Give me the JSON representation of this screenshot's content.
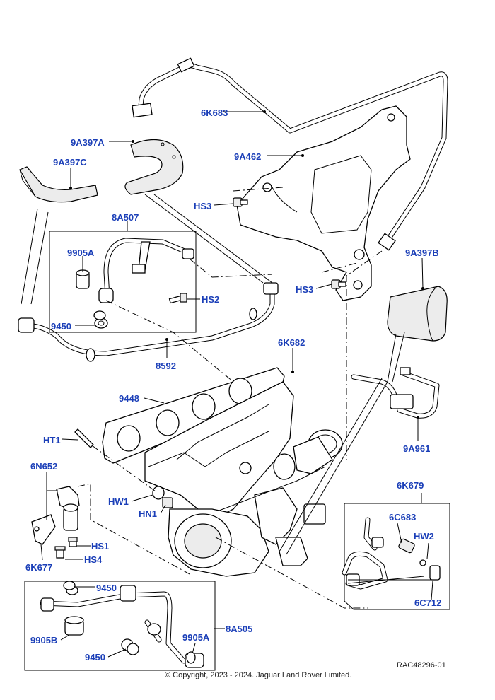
{
  "labels": {
    "6K683": "6K683",
    "9A397A": "9A397A",
    "9A462": "9A462",
    "9A397C": "9A397C",
    "HS3_top": "HS3",
    "8A507": "8A507",
    "9905A_top": "9905A",
    "HS2": "HS2",
    "HS3_mid": "HS3",
    "9A397B": "9A397B",
    "9450_top": "9450",
    "8592": "8592",
    "6K682": "6K682",
    "9448": "9448",
    "HT1": "HT1",
    "9A961": "9A961",
    "6N652": "6N652",
    "6K679": "6K679",
    "HW1": "HW1",
    "HN1": "HN1",
    "6C683": "6C683",
    "HW2": "HW2",
    "HS1": "HS1",
    "HS4": "HS4",
    "6K677": "6K677",
    "6C712": "6C712",
    "9450_bot1": "9450",
    "8A505": "8A505",
    "9905B": "9905B",
    "9905A_bot": "9905A",
    "9450_bot2": "9450"
  },
  "reference": "RAC48296-01",
  "copyright": "© Copyright, 2023 - 2024. Jaguar Land Rover Limited."
}
